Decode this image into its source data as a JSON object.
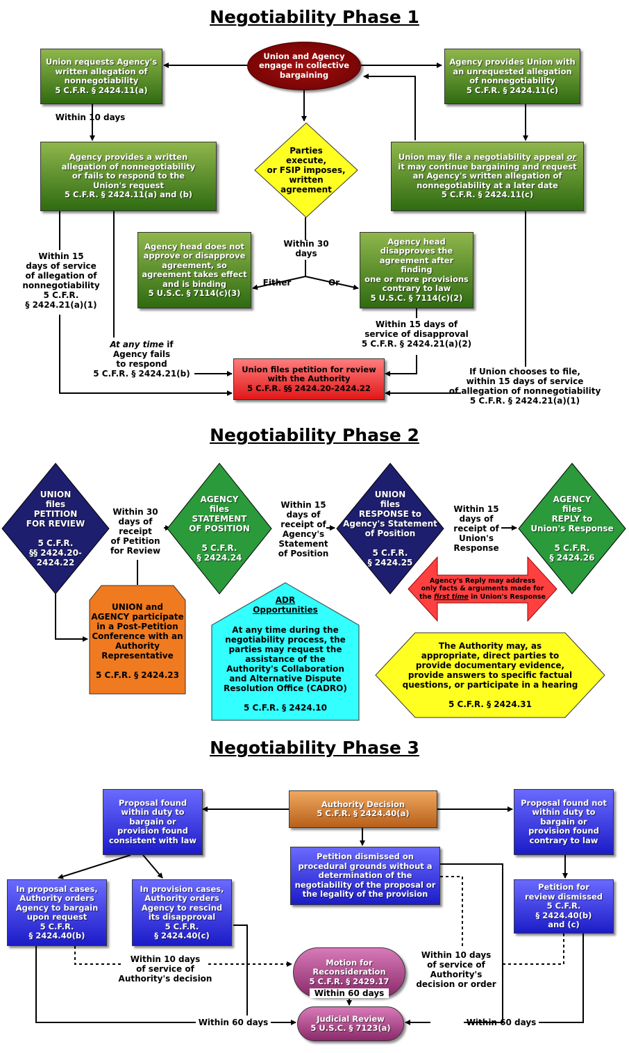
{
  "phase1": {
    "title": "Negotiability Phase 1",
    "oval_start": "Union and Agency\nengage in collective\nbargaining",
    "box_union_requests": "Union requests Agency's\nwritten allegation of\nnonnegotiability\n5 C.F.R. § 2424.11(a)",
    "box_agency_unrequested": "Agency provides Union with\nan unrequested allegation\nof nonnegotiability\n5 C.F.R. § 2424.11(c)",
    "label_within10": "Within 10 days",
    "box_agency_written": "Agency provides a written\nallegation of nonnegotiability\nor fails to respond to the\nUnion's request\n5 C.F.R. § 2424.11(a) and (b)",
    "diamond_parties": "Parties\nexecute,\nor FSIP imposes,\nwritten\nagreement",
    "box_union_may_file": "Union may file a negotiability appeal or\nit may continue bargaining and request\nan Agency's written allegation of\nnonnegotiability at a later date\n5 C.F.R. § 2424.11(c)",
    "label_within15_service": "Within 15\ndays of service\nof allegation of\nnonnegotiability\n5 C.F.R.\n§ 2424.21(a)(1)",
    "box_head_not_approve": "Agency head does not\napprove or disapprove\nagreement, so\nagreement takes effect\nand is binding\n5 U.S.C. § 7114(c)(3)",
    "label_within30": "Within 30\ndays",
    "label_either": "Either",
    "label_or": "Or",
    "box_head_disapproves": "Agency head\ndisapproves the\nagreement after finding\none or more provisions\ncontrary to law\n5 U.S.C. § 7114(c)(2)",
    "label_within15_disapproval": "Within 15 days of\nservice of disapproval\n5 C.F.R. § 2424.21(a)(2)",
    "label_any_time": "At any time if\nAgency fails\nto respond\n5 C.F.R. § 2424.21(b)",
    "box_petition": "Union files petition for review\nwith the Authority\n5 C.F.R. §§ 2424.20-2424.22",
    "label_if_union_chooses": "If Union chooses to file,\nwithin 15 days of service\nof allegation of nonnegotiability\n5 C.F.R. § 2424.21(a)(1)"
  },
  "phase2": {
    "title": "Negotiability Phase 2",
    "diamond_union_petition": "UNION\nfiles\nPETITION\nFOR REVIEW\n\n5 C.F.R.\n§§ 2424.20-\n2424.22",
    "label_within30_receipt": "Within 30\ndays of\nreceipt\nof Petition\nfor Review",
    "diamond_agency_statement": "AGENCY\nfiles\nSTATEMENT\nOF POSITION\n\n5 C.F.R.\n§ 2424.24",
    "label_within15_statement": "Within 15\ndays of\nreceipt of\nAgency's\nStatement\nof Position",
    "diamond_union_response": "UNION\nfiles\nRESPONSE to\nAgency's Statement\nof Position\n\n5 C.F.R.\n§ 2424.25",
    "label_within15_response": "Within 15\ndays of\nreceipt of\nUnion's\nResponse",
    "diamond_agency_reply": "AGENCY\nfiles\nREPLY to\nUnion's Response\n\n5 C.F.R.\n§ 2424.26",
    "arrow_reply_note_a": "Agency's Reply may address\nonly facts & arguments made for\nthe ",
    "arrow_reply_note_em": "first time",
    "arrow_reply_note_b": " in Union's Response",
    "pentagon_conference": "UNION and\nAGENCY participate\nin a Post-Petition\nConference with an\nAuthority\nRepresentative\n\n5 C.F.R. § 2424.23",
    "adr_title": "ADR\nOpportunities",
    "adr_body": "At any time during the\nnegotiability process, the\nparties may request the\nassistance of the\nAuthority's Collaboration\nand Alternative Dispute\nResolution Office (CADRO)\n\n5 C.F.R. § 2424.10",
    "hexagon_authority": "The Authority may, as\nappropriate, direct parties to\nprovide documentary evidence,\nprovide answers to specific factual\nquestions, or participate in a hearing\n\n5 C.F.R. § 2424.31"
  },
  "phase3": {
    "title": "Negotiability Phase 3",
    "box_decision": "Authority Decision\n5 C.F.R. § 2424.40(a)",
    "box_found_within": "Proposal found\nwithin duty to\nbargain or\nprovision found\nconsistent with law",
    "box_found_not_within": "Proposal found not\nwithin duty to\nbargain or\nprovision found\ncontrary to law",
    "box_dismissed_procedural": "Petition dismissed on\nprocedural grounds without a\ndetermination of the\nnegotiability of the proposal or\nthe legality of the provision",
    "box_proposal_cases": "In proposal cases,\nAuthority orders\nAgency to bargain\nupon request\n5 C.F.R.\n§ 2424.40(b)",
    "box_provision_cases": "In provision cases,\nAuthority orders\nAgency to rescind\nits disapproval\n5 C.F.R.\n§ 2424.40(c)",
    "box_petition_dismissed": "Petition for\nreview dismissed\n5 C.F.R.\n§ 2424.40(b)\nand (c)",
    "pill_reconsideration": "Motion for\nReconsideration\n5 C.F.R. § 2429.17",
    "pill_judicial": "Judicial Review\n5 U.S.C. § 7123(a)",
    "label_within10_decision_left": "Within 10 days\nof service of\nAuthority's decision",
    "label_within10_decision_right": "Within 10 days\nof service of\nAuthority's\ndecision or order",
    "label_within60_center": "Within 60 days",
    "label_within60_left": "Within 60 days",
    "label_within60_right": "Within 60 days"
  },
  "colors": {
    "green": "#4a8a22",
    "blue": "#2a2aff",
    "navy": "#1e1e6e",
    "red": "#ff4040",
    "orange": "#e87820",
    "yellow": "#ffff22",
    "cyan": "#33ffff",
    "purple": "#a03a80",
    "darkred": "#8a0000",
    "gold": "#d07a20"
  }
}
